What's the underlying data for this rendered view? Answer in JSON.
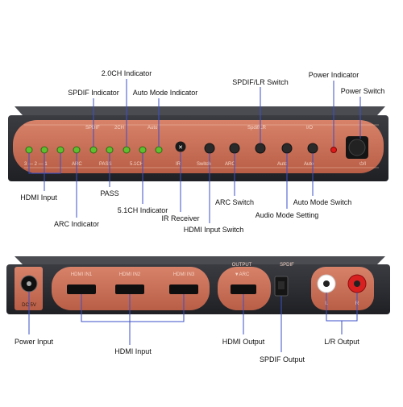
{
  "labels": {
    "ch2_indicator": "2.0CH Indicator",
    "spdif_indicator": "SPDIF Indicator",
    "auto_mode_indicator": "Auto Mode Indicator",
    "spdif_lr_switch": "SPDIF/LR Switch",
    "power_indicator": "Power Indicator",
    "power_switch": "Power Switch",
    "hdmi_input_front": "HDMI Input",
    "pass": "PASS",
    "arc_switch": "ARC Switch",
    "auto_mode_switch": "Auto Mode Switch",
    "ch51_indicator": "5.1CH Indicator",
    "audio_mode_setting": "Audio Mode Setting",
    "ir_receiver": "IR Receiver",
    "arc_indicator": "ARC Indicator",
    "hdmi_input_switch": "HDMI Input Switch",
    "power_input": "Power Input",
    "hdmi_output": "HDMI Output",
    "lr_output": "L/R Output",
    "hdmi_input_rear": "HDMI Input",
    "spdif_output": "SPDIF Output"
  },
  "front": {
    "silk_top": [
      "SPDIF",
      "2CH",
      "Auto",
      "Spdif/LR",
      "I/O"
    ],
    "silk_bottom": [
      "3 — 2 — 1",
      "ARC",
      "PASS",
      "5.1CH",
      "IR",
      "Switch",
      "ARC",
      "Auto",
      "Auto",
      "⏻/I"
    ]
  },
  "rear": {
    "silk": {
      "dc": "DC 5V",
      "hdmi_in": [
        "HDMI IN1",
        "HDMI IN2",
        "HDMI IN3"
      ],
      "output": "OUTPUT",
      "arc": "▼ARC",
      "spdif": "SPDIF",
      "l": "L",
      "r": "R"
    }
  },
  "colors": {
    "callout": "#3a4fc9",
    "panel_copper": "#c96f55",
    "led_green": "#5fbf2f",
    "power_led_red": "#e01818"
  }
}
